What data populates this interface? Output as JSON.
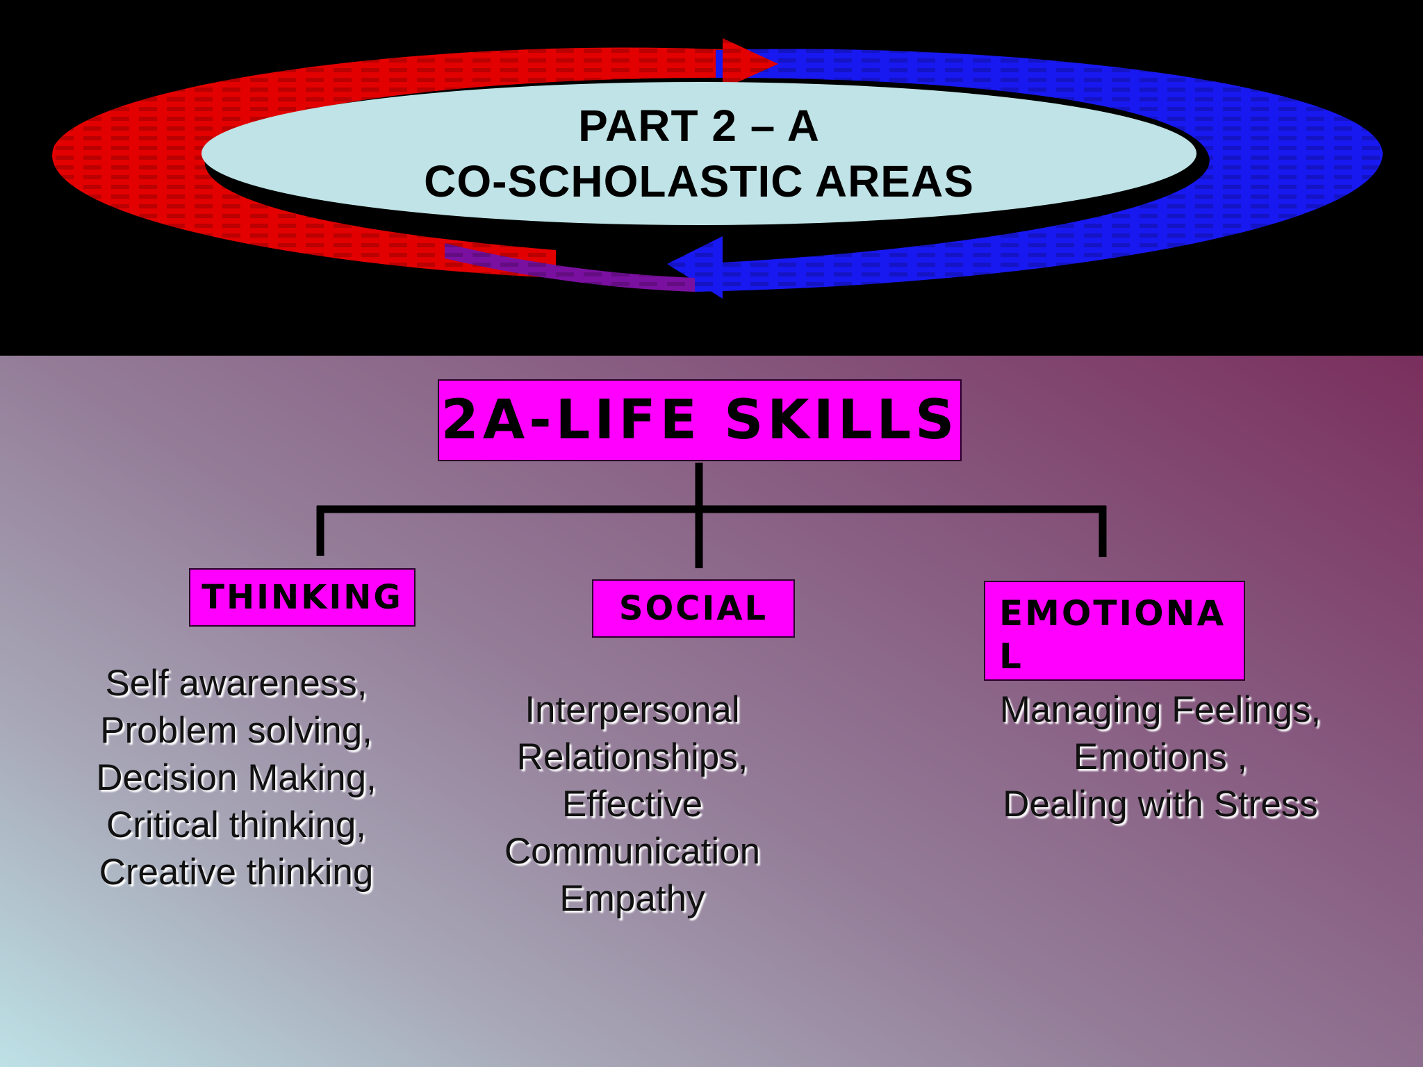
{
  "title": {
    "line1": "PART 2 – A",
    "line2": "CO-SCHOLASTIC AREAS"
  },
  "root": {
    "label": "2A-LIFE SKILLS"
  },
  "categories": [
    {
      "label": "THINKING",
      "items": [
        "Self awareness,",
        "Problem solving,",
        "Decision Making,",
        "Critical thinking,",
        "Creative thinking"
      ]
    },
    {
      "label": "SOCIAL",
      "items": [
        "Interpersonal",
        "Relationships,",
        "Effective",
        "Communication",
        "Empathy"
      ]
    },
    {
      "label": "EMOTIONA\nL",
      "items": [
        "Managing Feelings,",
        "Emotions ,",
        "Dealing with Stress"
      ]
    }
  ],
  "colors": {
    "box_fill": "#ff00ff",
    "title_ellipse": "#bfe3e6",
    "arrow_red": "#e00000",
    "arrow_blue": "#1a1aff",
    "connector": "#000000"
  }
}
